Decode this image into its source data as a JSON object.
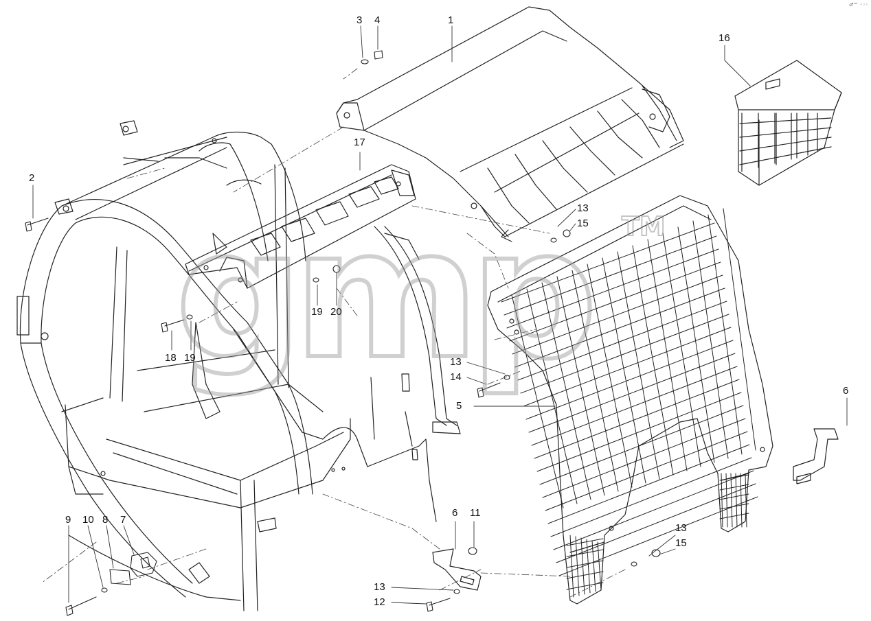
{
  "watermark": {
    "text": "gmp",
    "mark": "TM"
  },
  "corner_mark": "♂™ ◦◦◦",
  "callouts": {
    "c1": "1",
    "c2": "2",
    "c3": "3",
    "c4": "4",
    "c13a": "13",
    "c15a": "15",
    "c16": "16",
    "c17": "17",
    "c18": "18",
    "c19a": "19",
    "c19b": "19",
    "c20": "20",
    "c13b": "13",
    "c14": "14",
    "c5": "5",
    "c6a": "6",
    "c6b": "6",
    "c11": "11",
    "c13c": "13",
    "c15b": "15",
    "c9": "9",
    "c10": "10",
    "c8": "8",
    "c7": "7",
    "c13d": "13",
    "c12": "12"
  }
}
